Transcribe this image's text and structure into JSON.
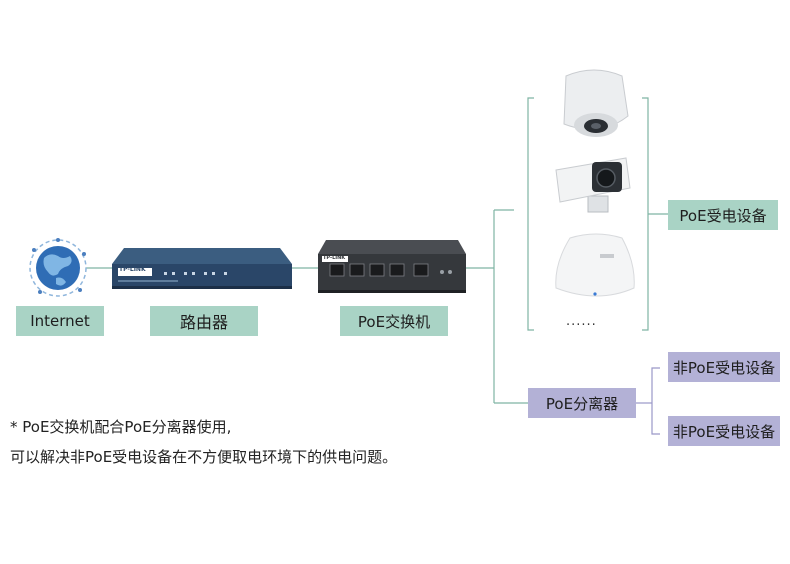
{
  "labels": {
    "internet": "Internet",
    "router": "路由器",
    "poe_switch": "PoE交换机",
    "poe_powered_devices": "PoE受电设备",
    "poe_splitter": "PoE分离器",
    "non_poe_device_1": "非PoE受电设备",
    "non_poe_device_2": "非PoE受电设备"
  },
  "device_text": {
    "router_brand": "TP-LINK",
    "switch_brand": "TP-LINK"
  },
  "ellipsis": "······",
  "notes": {
    "line1": "* PoE交换机配合PoE分离器使用,",
    "line2": "可以解决非PoE受电设备在不方便取电环境下的供电问题。"
  },
  "colors": {
    "green_label": "#a9d3c5",
    "purple_label": "#b3b1d6",
    "connector_line": "#7fb5a4",
    "splitter_line": "#9a98c8"
  }
}
